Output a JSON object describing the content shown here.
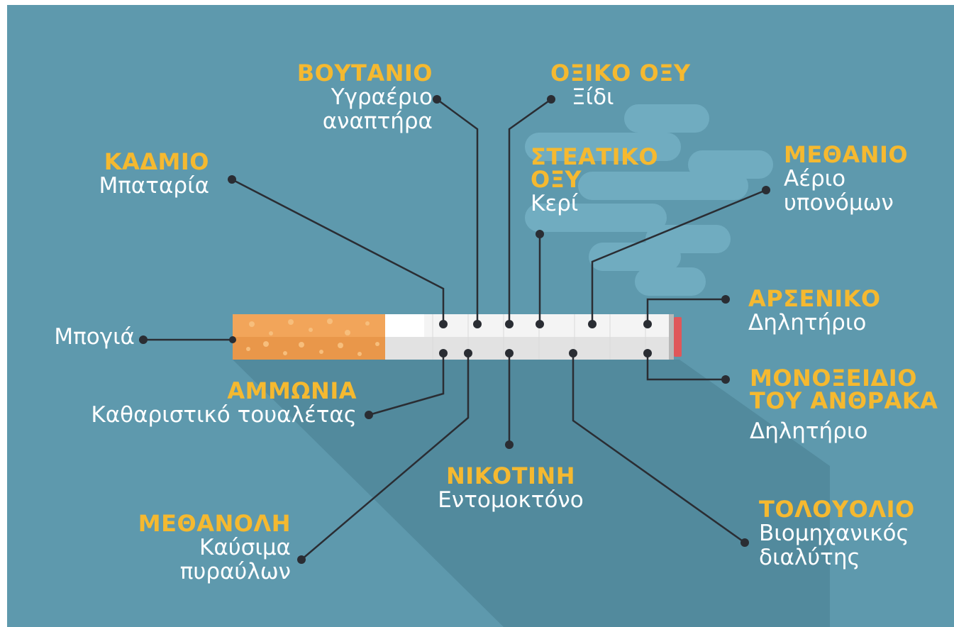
{
  "colors": {
    "background": "#5e99ad",
    "title": "#f5b930",
    "text": "#ffffff",
    "filter": "#f2a55a",
    "tip": "#e0575a",
    "leader_line": "#2a2d33"
  },
  "labels": {
    "filter": {
      "text": "Μπογιά"
    },
    "butane": {
      "title": "ΒΟΥΤΑΝΙΟ",
      "line1": "Υγραέριο",
      "line2": "αναπτήρα"
    },
    "acetic": {
      "title": "ΟΞΙΚΟ ΟΞΥ",
      "line1": "Ξίδι"
    },
    "cadmium": {
      "title": "ΚΑΔΜΙΟ",
      "line1": "Μπαταρία"
    },
    "stearic": {
      "title1": "ΣΤΕΑΤΙΚΟ",
      "title2": "ΟΞΥ",
      "line1": "Κερί"
    },
    "methane": {
      "title": "ΜΕΘΑΝΙΟ",
      "line1": "Αέριο",
      "line2": "υπονόμων"
    },
    "arsenic": {
      "title": "ΑΡΣΕΝΙΚΟ",
      "line1": "Δηλητήριο"
    },
    "carbon_monoxide": {
      "title1": "ΜΟΝΟΞΕΙΔΙΟ",
      "title2": "ΤΟΥ ΑΝΘΡΑΚΑ",
      "line1": "Δηλητήριο"
    },
    "ammonia": {
      "title": "ΑΜΜΩΝΙΑ",
      "line1": "Καθαριστικό τουαλέτας"
    },
    "nicotine": {
      "title": "ΝΙΚΟΤΙΝΗ",
      "line1": "Εντομοκτόνο"
    },
    "methanol": {
      "title": "ΜΕΘΑΝΟΛΗ",
      "line1": "Καύσιμα",
      "line2": "πυραύλων"
    },
    "toluene": {
      "title": "ΤΟΛΟΥΟΛΙΟ",
      "line1": "Βιομηχανικός",
      "line2": "διαλύτης"
    }
  }
}
